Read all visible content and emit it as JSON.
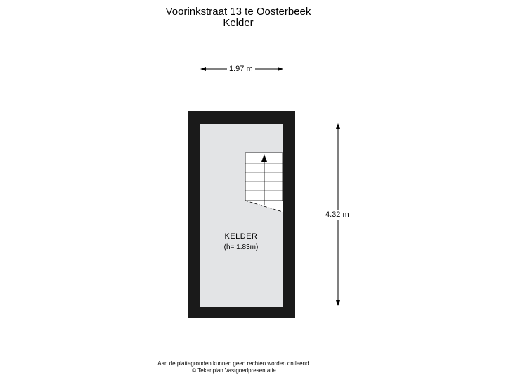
{
  "header": {
    "address": "Voorinkstraat 13 te Oosterbeek",
    "floor": "Kelder"
  },
  "dimensions": {
    "width": "1.97 m",
    "height": "4.32 m"
  },
  "room": {
    "name": "KELDER",
    "ceiling_height": "(h= 1.83m)"
  },
  "colors": {
    "wall": "#1a1a1a",
    "floor": "#e3e4e6",
    "stair_bg": "#ffffff"
  },
  "footer": {
    "disclaimer": "Aan de plattegronden kunnen geen rechten worden ontleend.",
    "copyright": "© Tekenplan Vastgoedpresentatie"
  }
}
